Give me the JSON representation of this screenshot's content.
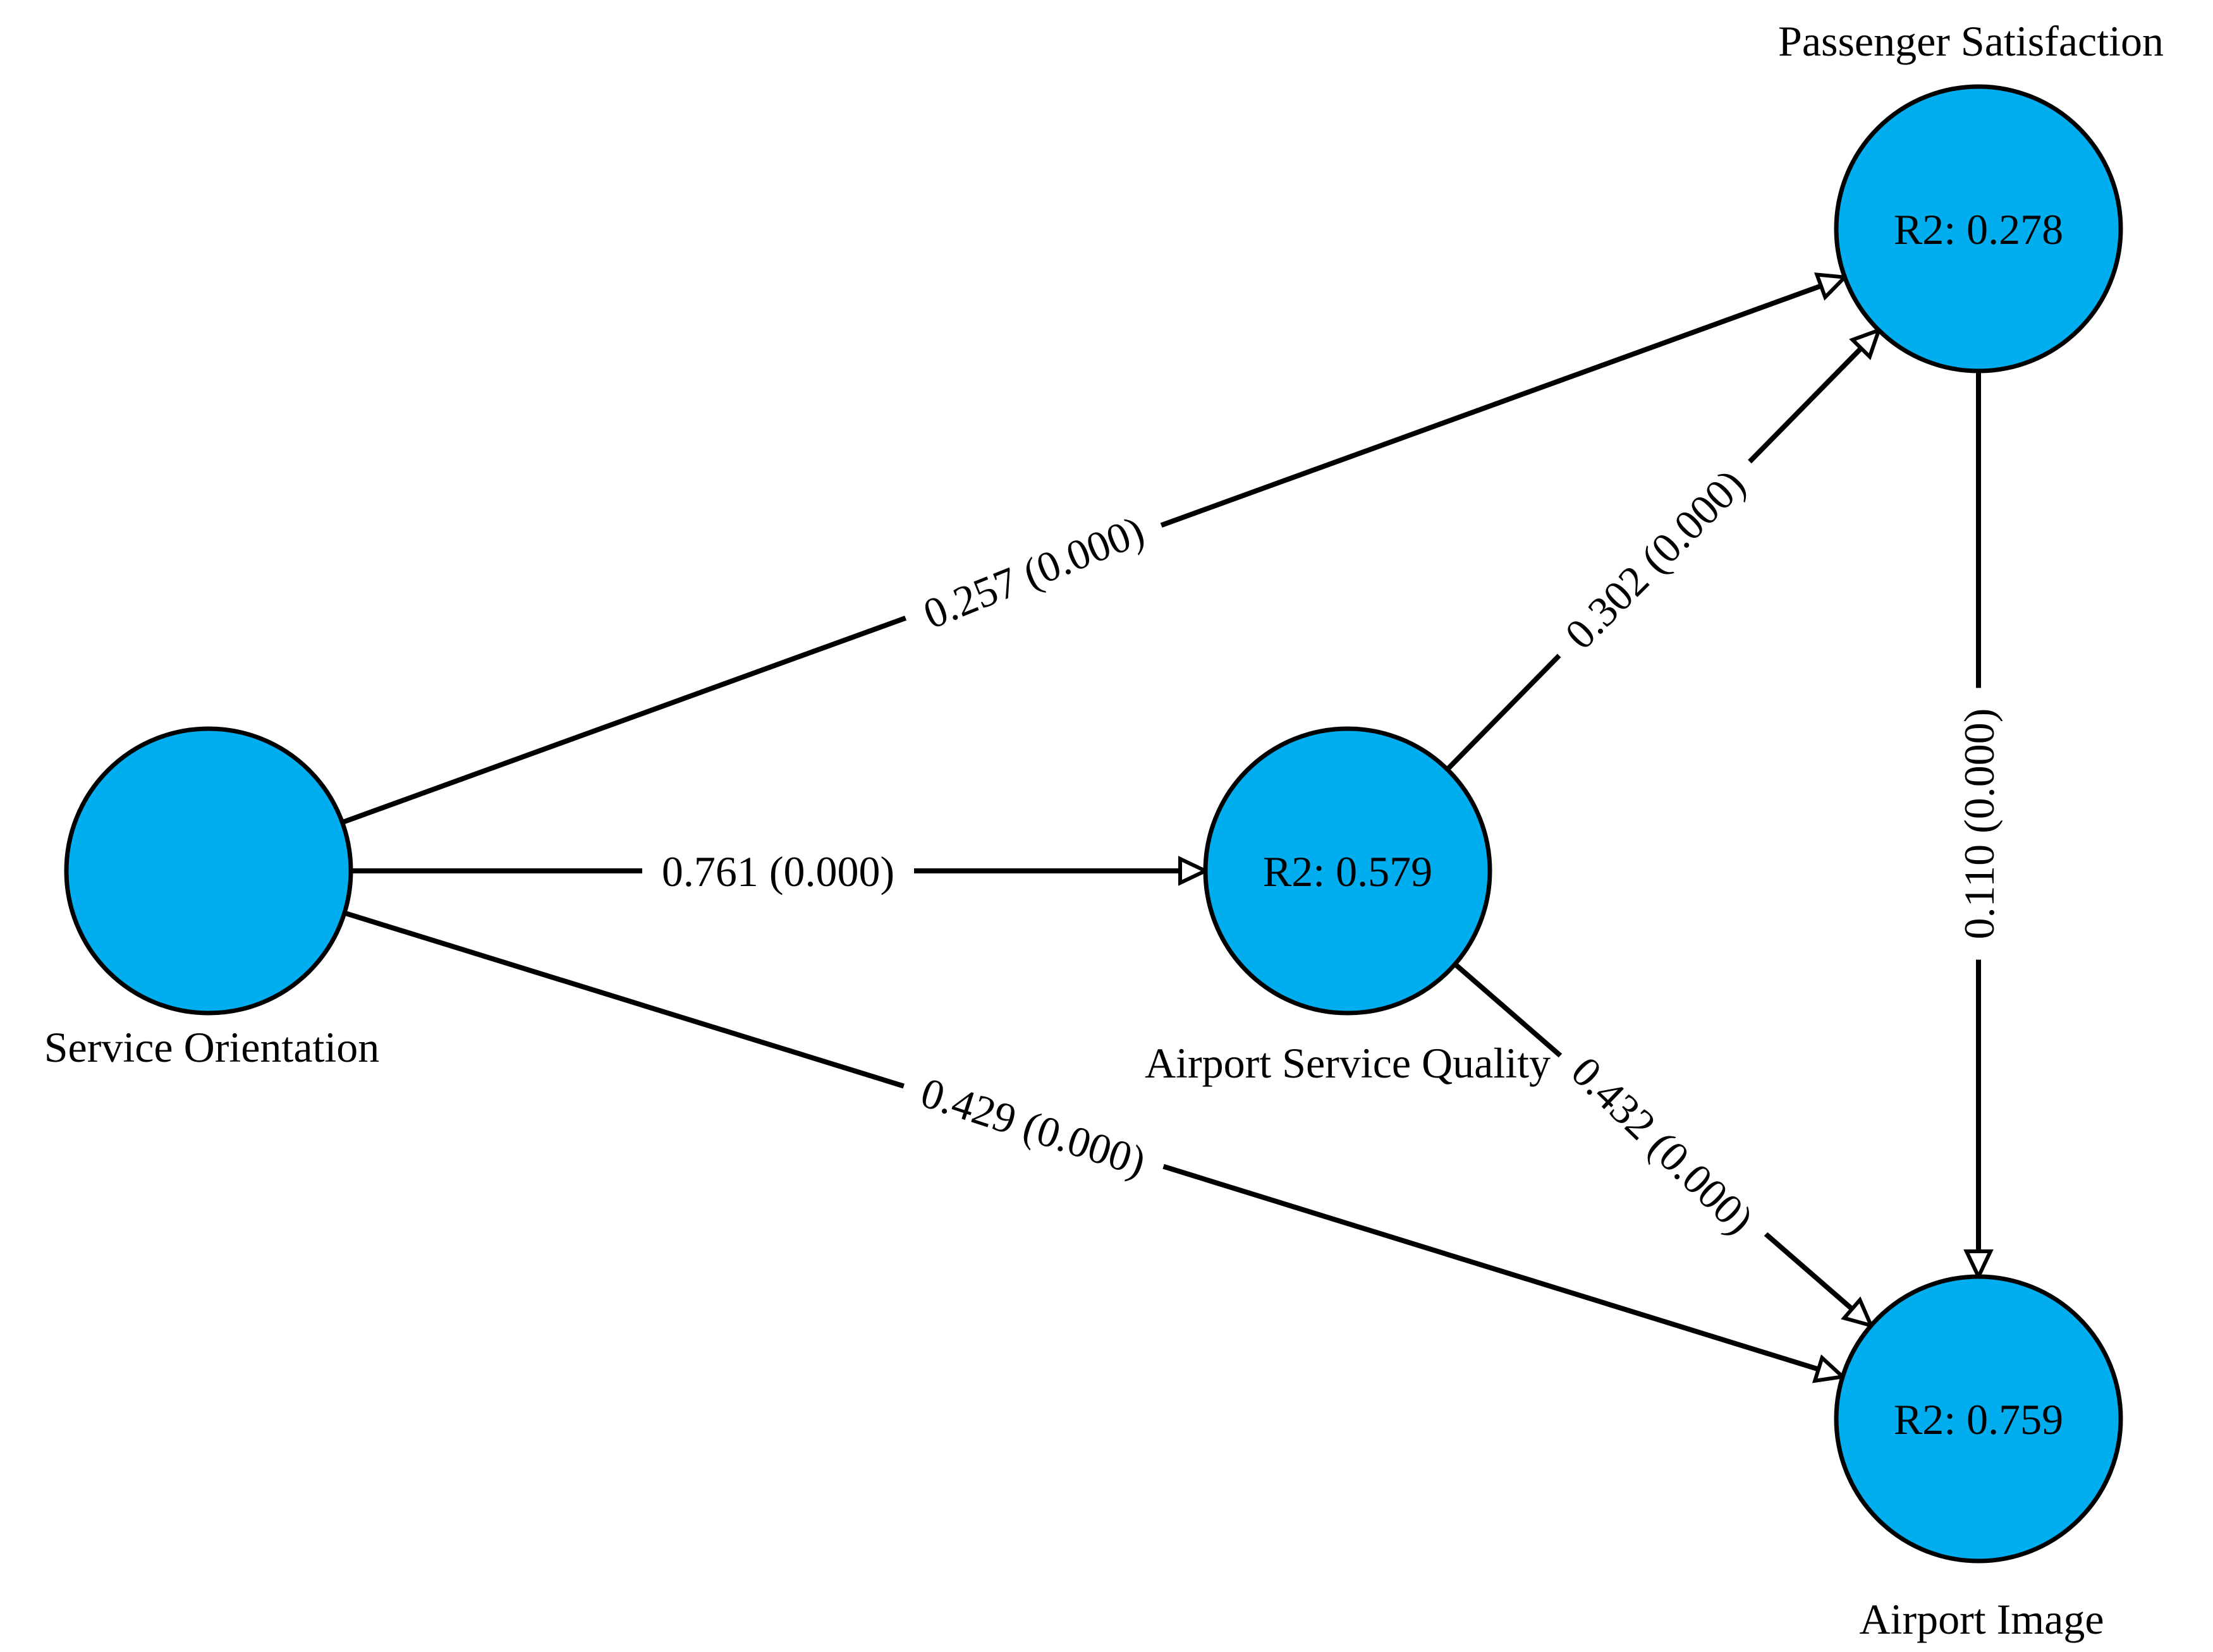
{
  "diagram": {
    "nodes": [
      {
        "id": "service_orientation",
        "label": "Service Orientation",
        "r2": ""
      },
      {
        "id": "airport_service_quality",
        "label": "Airport Service Quality",
        "r2": "R2: 0.579"
      },
      {
        "id": "passenger_satisfaction",
        "label": "Passenger Satisfaction",
        "r2": "R2: 0.278"
      },
      {
        "id": "airport_image",
        "label": "Airport Image",
        "r2": "R2: 0.759"
      }
    ],
    "edges": [
      {
        "id": "so_ps",
        "from": "service_orientation",
        "to": "passenger_satisfaction",
        "label": "0.257 (0.000)"
      },
      {
        "id": "so_asq",
        "from": "service_orientation",
        "to": "airport_service_quality",
        "label": "0.761 (0.000)"
      },
      {
        "id": "so_ai",
        "from": "service_orientation",
        "to": "airport_image",
        "label": "0.429 (0.000)"
      },
      {
        "id": "asq_ps",
        "from": "airport_service_quality",
        "to": "passenger_satisfaction",
        "label": "0.302 (0.000)"
      },
      {
        "id": "asq_ai",
        "from": "airport_service_quality",
        "to": "airport_image",
        "label": "0.432 (0.000)"
      },
      {
        "id": "ps_ai",
        "from": "passenger_satisfaction",
        "to": "airport_image",
        "label": "0.110 (0.000)"
      }
    ]
  },
  "colors": {
    "node_fill": "#00AEEF",
    "stroke": "#000000",
    "background": "#ffffff"
  }
}
